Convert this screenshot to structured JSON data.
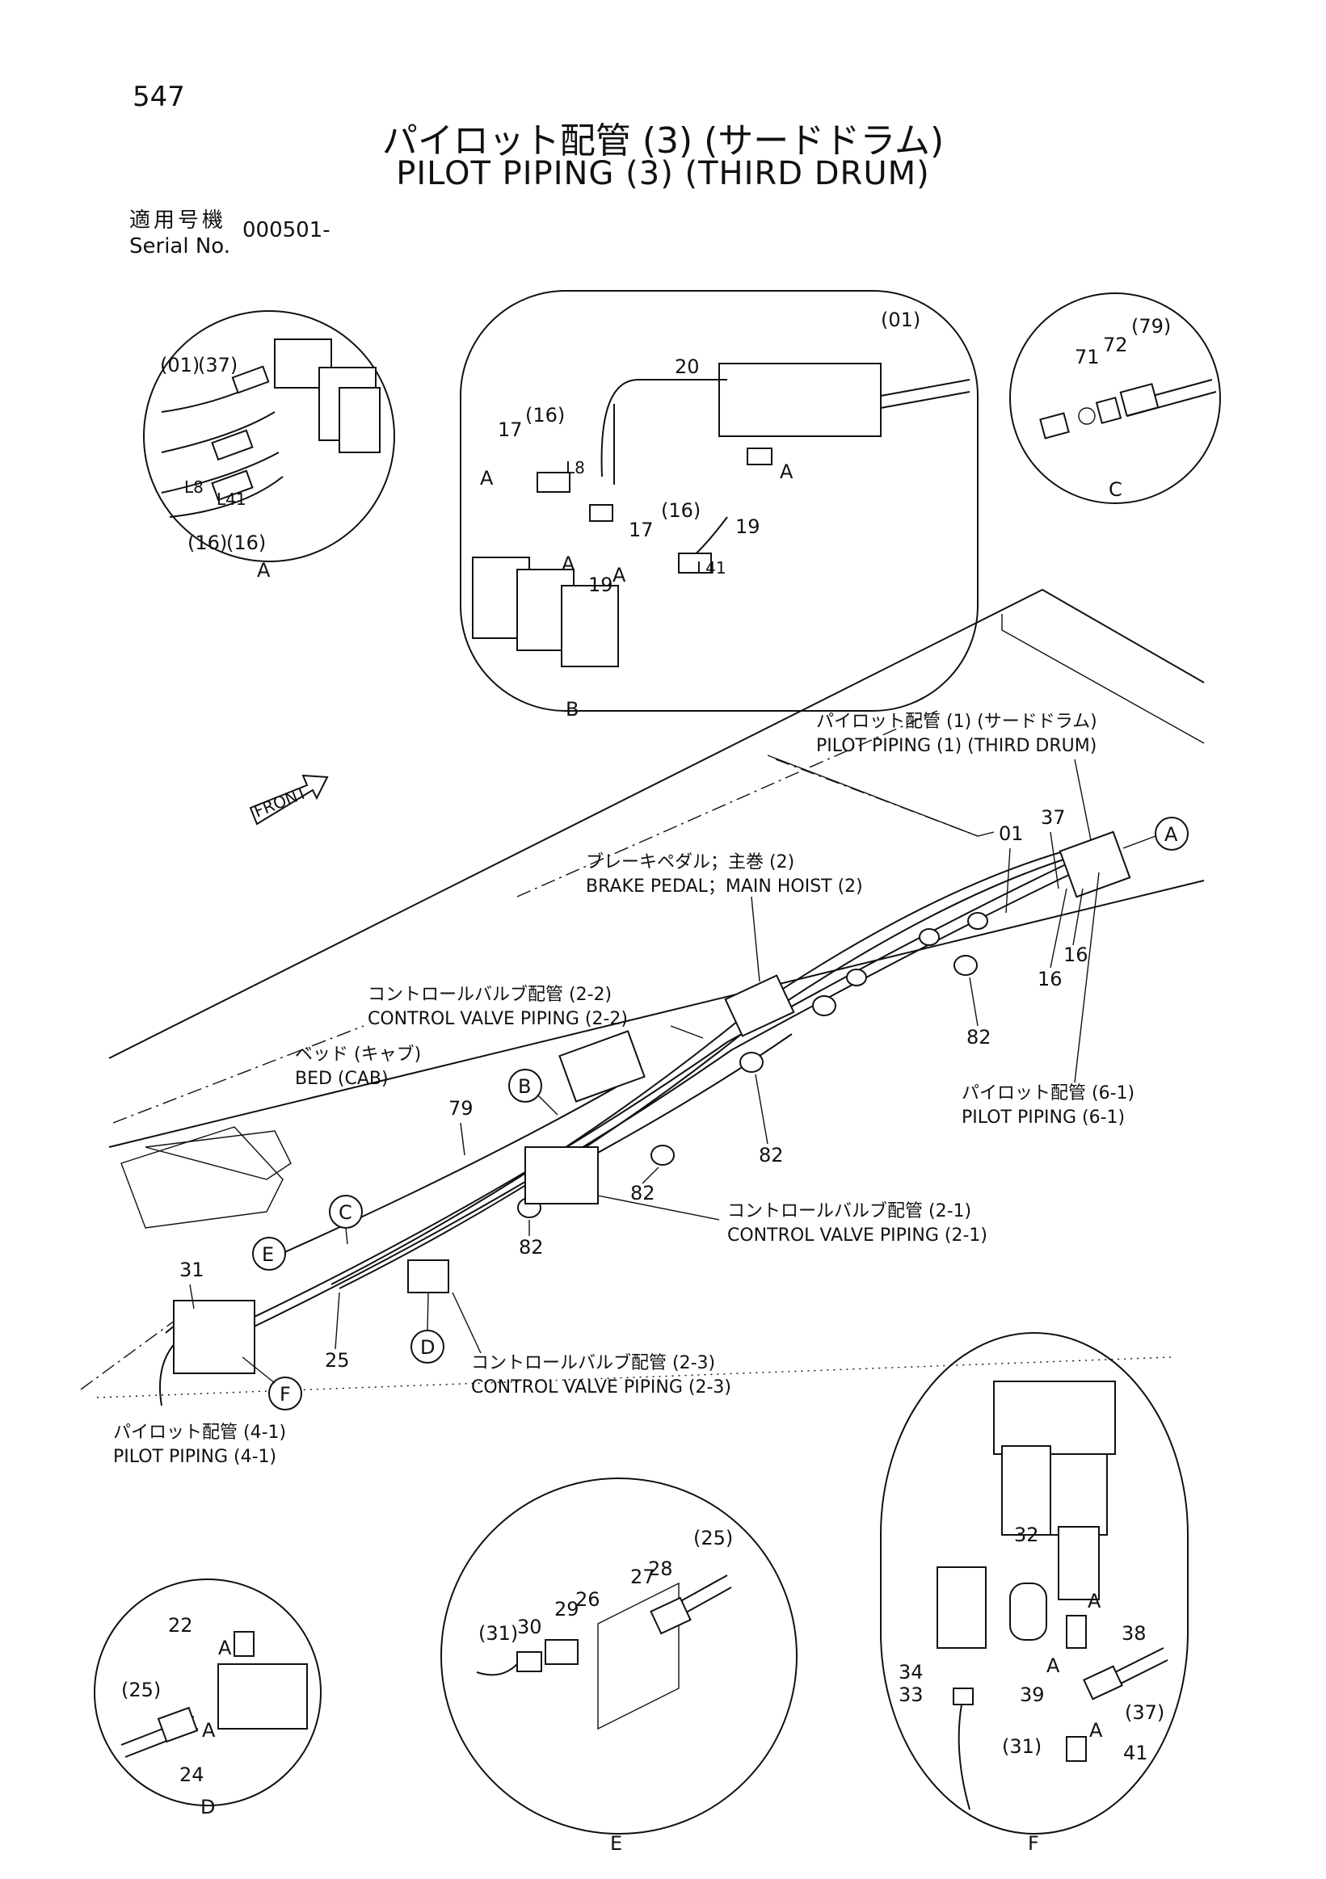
{
  "page_number": "547",
  "title": {
    "jp": "パイロット配管 (3) (サードドラム)",
    "en": "PILOT PIPING (3) (THIRD DRUM)"
  },
  "serial": {
    "label_jp": "適用号機",
    "label_en": "Serial No.",
    "value": "000501-"
  },
  "front_label": "FRONT",
  "details": {
    "A": {
      "letter": "A",
      "callouts": [
        "(01)",
        "(37)",
        "L8",
        "L41",
        "(16)",
        "(16)"
      ]
    },
    "B": {
      "letter": "B",
      "callouts": [
        "20",
        "(01)",
        "17",
        "(16)",
        "A",
        "L8",
        "A",
        "A",
        "19",
        "17",
        "(16)",
        "A",
        "L41",
        "19"
      ]
    },
    "C": {
      "letter": "C",
      "callouts": [
        "71",
        "72",
        "(79)"
      ]
    },
    "D": {
      "letter": "D",
      "callouts": [
        "22",
        "A",
        "(25)",
        "A",
        "24"
      ]
    },
    "E": {
      "letter": "E",
      "callouts": [
        "(25)",
        "27",
        "28",
        "29",
        "26",
        "(31)",
        "30"
      ]
    },
    "F": {
      "letter": "F",
      "callouts": [
        "32",
        "A",
        "38",
        "34",
        "33",
        "A",
        "39",
        "(37)",
        "(31)",
        "A",
        "41"
      ]
    }
  },
  "main_view": {
    "markers": [
      "A",
      "B",
      "C",
      "D",
      "E",
      "F"
    ],
    "part_numbers": [
      "01",
      "37",
      "16",
      "16",
      "82",
      "82",
      "82",
      "82",
      "79",
      "31",
      "25"
    ],
    "references": [
      {
        "jp": "パイロット配管 (1) (サードドラム)",
        "en": "PILOT PIPING (1) (THIRD DRUM)"
      },
      {
        "jp": "ブレーキペダル；主巻 (2)",
        "en": "BRAKE PEDAL；MAIN HOIST (2)"
      },
      {
        "jp": "コントロールバルブ配管 (2-2)",
        "en": "CONTROL VALVE PIPING (2-2)"
      },
      {
        "jp": "ベッド (キャブ)",
        "en": "BED (CAB)"
      },
      {
        "jp": "パイロット配管 (6-1)",
        "en": "PILOT PIPING (6-1)"
      },
      {
        "jp": "コントロールバルブ配管 (2-1)",
        "en": "CONTROL VALVE PIPING (2-1)"
      },
      {
        "jp": "コントロールバルブ配管 (2-3)",
        "en": "CONTROL VALVE PIPING (2-3)"
      },
      {
        "jp": "パイロット配管 (4-1)",
        "en": "PILOT PIPING (4-1)"
      }
    ]
  }
}
